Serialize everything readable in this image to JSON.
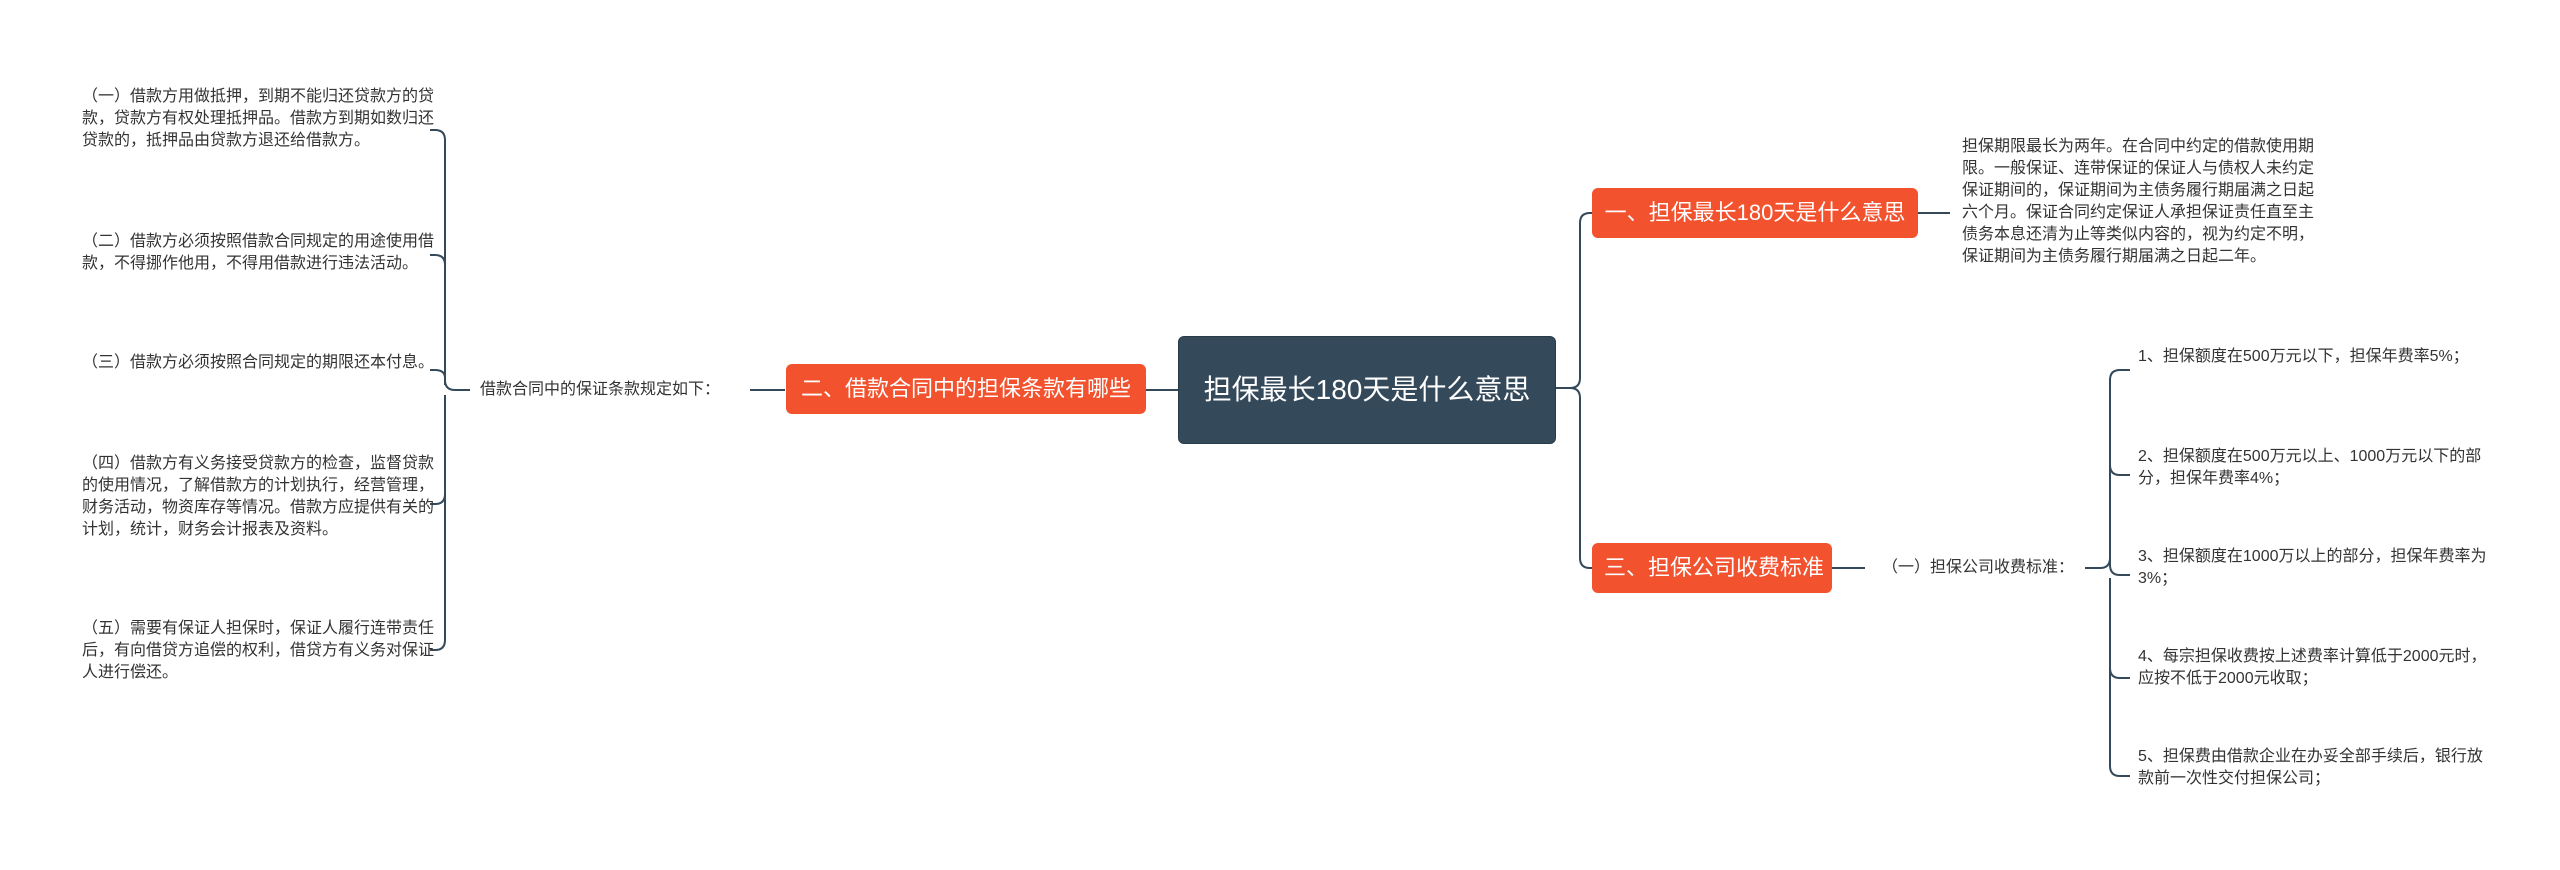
{
  "root": {
    "title": "担保最长180天是什么意思"
  },
  "branches": {
    "b1": {
      "label": "一、担保最长180天是什么意思"
    },
    "b2": {
      "label": "二、借款合同中的担保条款有哪些"
    },
    "b3": {
      "label": "三、担保公司收费标准"
    }
  },
  "b1_leaf": "担保期限最长为两年。在合同中约定的借款使用期限。一般保证、连带保证的保证人与债权人未约定保证期间的，保证期间为主债务履行期届满之日起六个月。保证合同约定保证人承担保证责任直至主债务本息还清为止等类似内容的，视为约定不明，保证期间为主债务履行期届满之日起二年。",
  "b2_sub": "借款合同中的保证条款规定如下：",
  "b2_items": [
    "（一）借款方用做抵押，到期不能归还贷款方的贷款，贷款方有权处理抵押品。借款方到期如数归还贷款的，抵押品由贷款方退还给借款方。",
    "（二）借款方必须按照借款合同规定的用途使用借款，不得挪作他用，不得用借款进行违法活动。",
    "（三）借款方必须按照合同规定的期限还本付息。",
    "（四）借款方有义务接受贷款方的检查，监督贷款的使用情况，了解借款方的计划执行，经营管理，财务活动，物资库存等情况。借款方应提供有关的计划，统计，财务会计报表及资料。",
    "（五）需要有保证人担保时，保证人履行连带责任后，有向借贷方追偿的权利，借贷方有义务对保证人进行偿还。"
  ],
  "b3_sub": "（一）担保公司收费标准：",
  "b3_items": [
    "1、担保额度在500万元以下，担保年费率5%；",
    "2、担保额度在500万元以上、1000万元以下的部分，担保年费率4%；",
    "3、担保额度在1000万以上的部分，担保年费率为3%；",
    "4、每宗担保收费按上述费率计算低于2000元时，应按不低于2000元收取；",
    "5、担保费由借款企业在办妥全部手续后，银行放款前一次性交付担保公司；"
  ],
  "colors": {
    "root": "#34495a",
    "branch": "#f2522e",
    "line": "#34495a"
  }
}
